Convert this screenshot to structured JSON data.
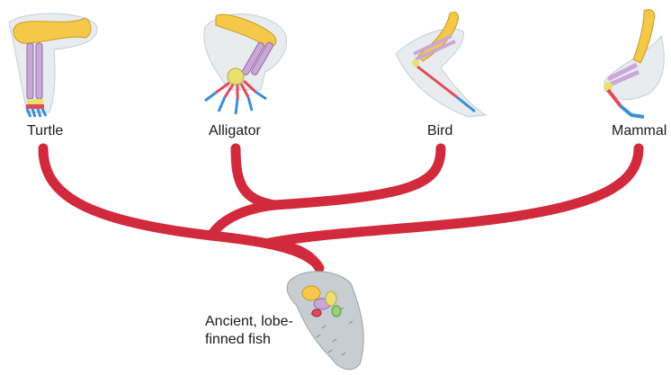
{
  "diagram": {
    "branch_color": "#d12a3c",
    "taxa": [
      {
        "name": "Turtle"
      },
      {
        "name": "Alligator"
      },
      {
        "name": "Bird"
      },
      {
        "name": "Mammal"
      }
    ],
    "ancestor": {
      "line1": "Ancient, lobe-",
      "line2": "finned fish"
    },
    "bone_colors": {
      "humerus": "#f6c84a",
      "forearm": "#c9a8d8",
      "carpals": "#e8e070",
      "metacarpals": "#e24a58",
      "phalanges": "#3b8fd6"
    }
  }
}
